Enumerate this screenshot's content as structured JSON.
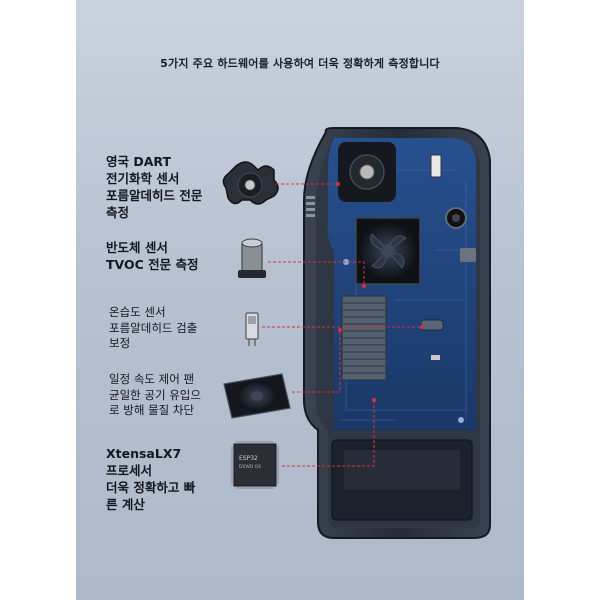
{
  "headline": "5가지 주요 하드웨어를 사용하여 더욱 정확하게 측정합니다",
  "features": [
    {
      "lines": [
        "영국 DART",
        "전기화학 센서",
        "포름알데히드 전문",
        "측정"
      ]
    },
    {
      "lines": [
        "반도체 센서",
        "TVOC 전문 측정"
      ]
    },
    {
      "lines": [
        "온습도 센서",
        "포름알데히드 검출",
        "보정"
      ]
    },
    {
      "lines": [
        "일정 속도 제어 팬",
        "균일한 공기 유입으",
        "로 방해 물질 차단"
      ]
    },
    {
      "lines": [
        "XtensaLX7",
        "프로세서",
        "더욱 정확하고 빠",
        "른 계산"
      ]
    }
  ],
  "chip_marking": "ESP32",
  "chip_marking_2": "D0WD Q6",
  "colors": {
    "board": "#1f3f72",
    "accent_line": "#d6303d",
    "device_shell": "#2b3240"
  }
}
